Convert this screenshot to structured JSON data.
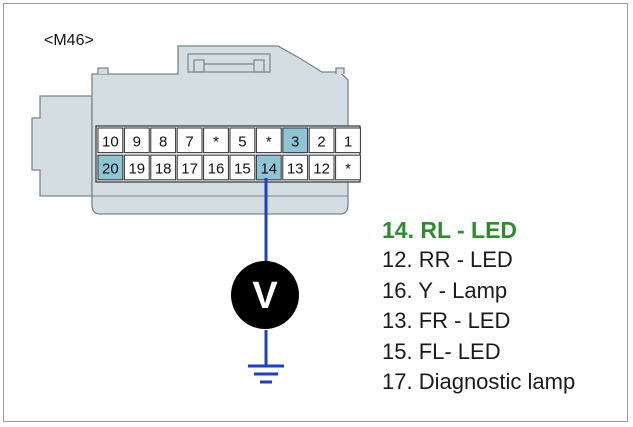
{
  "connector": {
    "name": "<M46>",
    "pin_rows": [
      [
        {
          "label": "10",
          "highlight": false
        },
        {
          "label": "9",
          "highlight": false
        },
        {
          "label": "8",
          "highlight": false
        },
        {
          "label": "7",
          "highlight": false
        },
        {
          "label": "*",
          "highlight": false
        },
        {
          "label": "5",
          "highlight": false
        },
        {
          "label": "*",
          "highlight": false
        },
        {
          "label": "3",
          "highlight": true
        },
        {
          "label": "2",
          "highlight": false
        },
        {
          "label": "1",
          "highlight": false
        }
      ],
      [
        {
          "label": "20",
          "highlight": true
        },
        {
          "label": "19",
          "highlight": false
        },
        {
          "label": "18",
          "highlight": false
        },
        {
          "label": "17",
          "highlight": false
        },
        {
          "label": "16",
          "highlight": false
        },
        {
          "label": "15",
          "highlight": false
        },
        {
          "label": "14",
          "highlight": true
        },
        {
          "label": "13",
          "highlight": false
        },
        {
          "label": "12",
          "highlight": false
        },
        {
          "label": "*",
          "highlight": false
        }
      ]
    ],
    "probe_pin": "14"
  },
  "meter": {
    "symbol": "V"
  },
  "legend": [
    {
      "text": "14. RL - LED",
      "highlight": true
    },
    {
      "text": "12. RR - LED",
      "highlight": false
    },
    {
      "text": "16. Y - Lamp",
      "highlight": false
    },
    {
      "text": "13. FR - LED",
      "highlight": false
    },
    {
      "text": "15. FL- LED",
      "highlight": false
    },
    {
      "text": "17. Diagnostic lamp",
      "highlight": false
    }
  ],
  "colors": {
    "housing_fill": "#d3dde2",
    "housing_stroke": "#7a868c",
    "pin_highlight": "#8fc3d6",
    "wire": "#1f3fc4",
    "meter": "#000000",
    "legend_highlight": "#2e8b2e"
  }
}
